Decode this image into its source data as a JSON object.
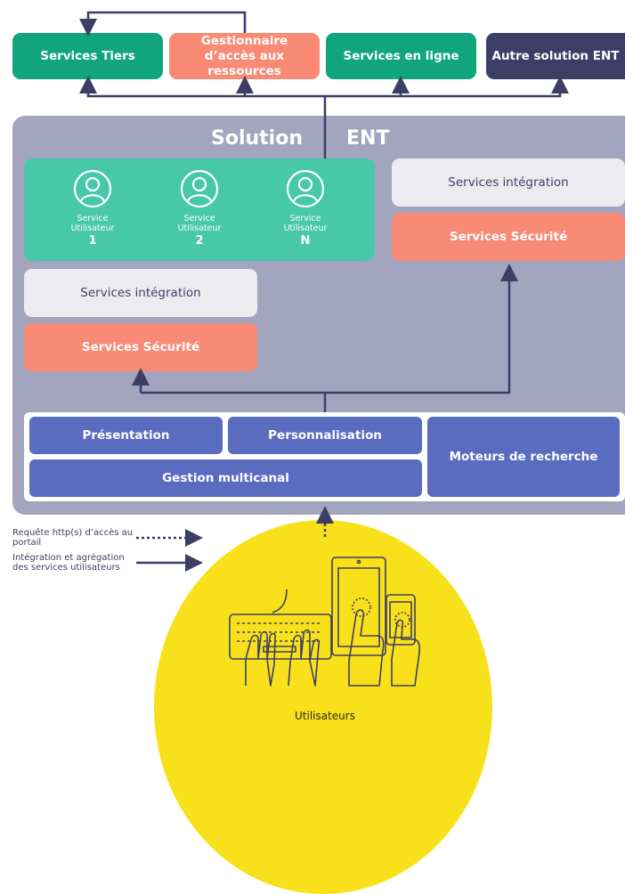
{
  "colors": {
    "green": "#10a57c",
    "salmon": "#f88a76",
    "navy": "#3e3d66",
    "panel": "#a3a5bf",
    "teal": "#47c8a9",
    "blue": "#5a6cc0",
    "yellow": "#f8e11a"
  },
  "top_boxes": [
    {
      "label": "Services Tiers"
    },
    {
      "label": "Gestionnaire d’accès aux ressources"
    },
    {
      "label": "Services en ligne"
    },
    {
      "label": "Autre solution ENT"
    }
  ],
  "ent": {
    "title_left": "Solution",
    "title_right": "ENT"
  },
  "user_services": [
    {
      "label": "Service Utilisateur",
      "number": "1",
      "icon": "user-circle-icon"
    },
    {
      "label": "Service Utilisateur",
      "number": "2",
      "icon": "user-circle-icon"
    },
    {
      "label": "Service Utilisateur",
      "number": "N",
      "icon": "user-circle-icon"
    }
  ],
  "right_integration": "Services intégration",
  "right_security": "Services Sécurité",
  "left_integration": "Services intégration",
  "left_security": "Services Sécurité",
  "bottom": {
    "presentation": "Présentation",
    "personnalisation": "Personnalisation",
    "gestion": "Gestion multicanal",
    "moteurs": "Moteurs de recherche"
  },
  "legend": {
    "dotted": "Requête http(s) d’accès au portail",
    "solid": "Intégration et agrégation des services utilisateurs"
  },
  "users_label": "Utilisateurs"
}
